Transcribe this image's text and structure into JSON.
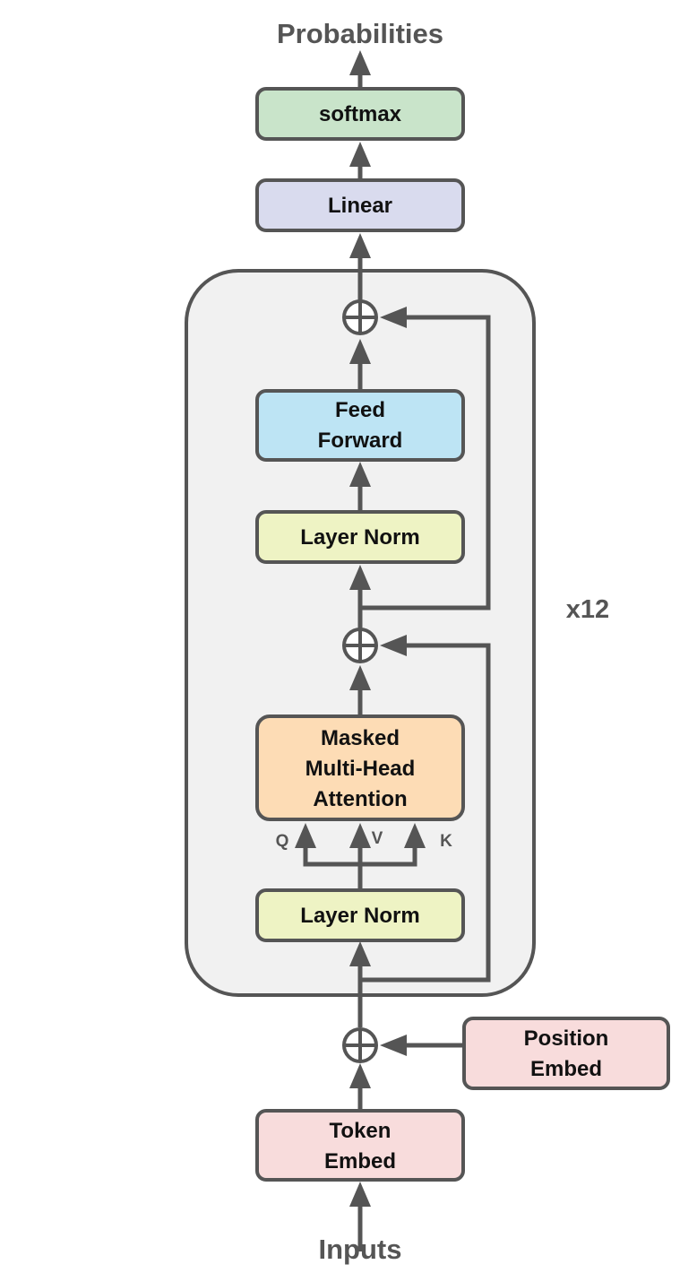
{
  "labels": {
    "output": "Probabilities",
    "input": "Inputs",
    "repeat": "x12",
    "q": "Q",
    "v": "V",
    "k": "K"
  },
  "blocks": {
    "softmax": {
      "lines": [
        "softmax"
      ],
      "fill": "#c9e4ca"
    },
    "linear": {
      "lines": [
        "Linear"
      ],
      "fill": "#d9dbee"
    },
    "feed_forward": {
      "lines": [
        "Feed",
        "Forward"
      ],
      "fill": "#bde4f4"
    },
    "layer_norm_2": {
      "lines": [
        "Layer Norm"
      ],
      "fill": "#eef3c4"
    },
    "attention": {
      "lines": [
        "Masked",
        "Multi-Head",
        "Attention"
      ],
      "fill": "#fddcb5"
    },
    "layer_norm_1": {
      "lines": [
        "Layer Norm"
      ],
      "fill": "#eef3c4"
    },
    "position_embed": {
      "lines": [
        "Position",
        "Embed"
      ],
      "fill": "#f8dcdc"
    },
    "token_embed": {
      "lines": [
        "Token",
        "Embed"
      ],
      "fill": "#f8dcdc"
    }
  },
  "colors": {
    "stroke": "#555555",
    "container_fill": "#f1f1f1"
  }
}
